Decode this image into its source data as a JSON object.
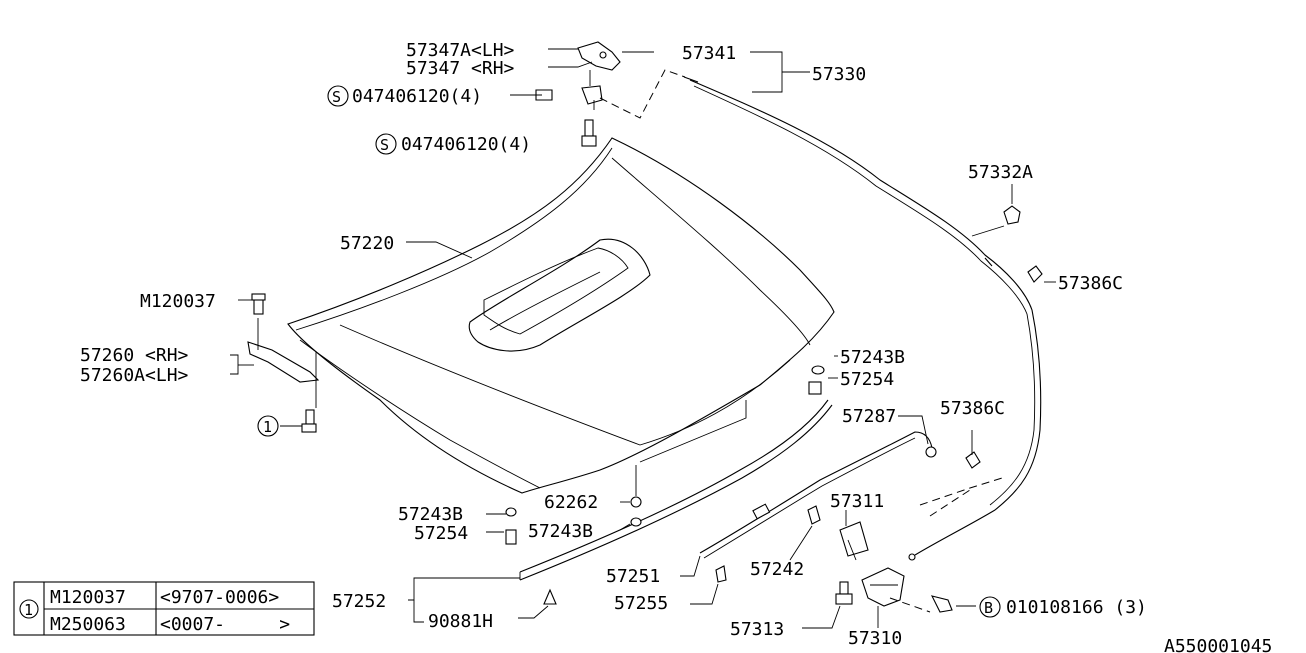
{
  "diagram_id": "A550001045",
  "callouts": {
    "c57347A": "57347A<LH>",
    "c57347": "57347 <RH>",
    "c57341": "57341",
    "c57330": "57330",
    "s1": "047406120(4)",
    "s2": "047406120(4)",
    "c57332A": "57332A",
    "c57220": "57220",
    "c57386C_a": "57386C",
    "cM120037": "M120037",
    "c57260": "57260 <RH>",
    "c57260A": "57260A<LH>",
    "c57243B_a": "57243B",
    "c57254_a": "57254",
    "c57287": "57287",
    "c57386C_b": "57386C",
    "c57243B_b": "57243B",
    "c62262": "62262",
    "c57243B_c": "57243B",
    "c57254_b": "57254",
    "c57311": "57311",
    "c57251": "57251",
    "c57242": "57242",
    "c57252": "57252",
    "c57255": "57255",
    "c90881H": "90881H",
    "c57313": "57313",
    "c57310": "57310",
    "b1": "010108166 (3)"
  },
  "markers": {
    "s": "S",
    "b": "B",
    "ref1": "1"
  },
  "legend": {
    "ref": "1",
    "rows": [
      {
        "part": "M120037",
        "range": "<9707-0006>"
      },
      {
        "part": "M250063",
        "range": "<0007-     >"
      }
    ]
  }
}
